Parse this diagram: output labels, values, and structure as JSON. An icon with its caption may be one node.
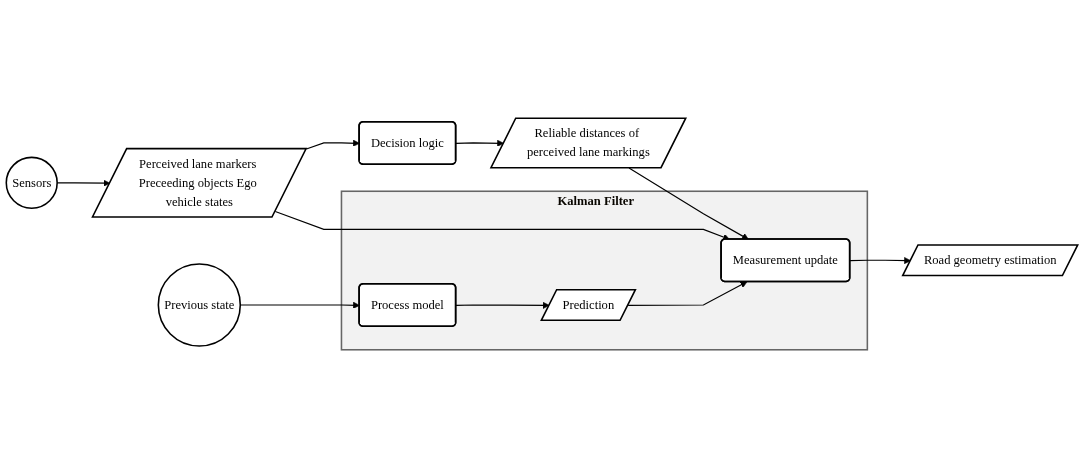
{
  "diagram": {
    "nodes": [
      {
        "text": [
          "Sensors"
        ]
      },
      {
        "text": [
          "Perceived lane markers Preceeding objects Ego vehicle states"
        ]
      },
      {
        "text": [
          "Decision logic"
        ]
      },
      {
        "text": [
          "Reliable distances of perceived lane markings"
        ]
      },
      {
        "text": [
          "Previous state"
        ]
      },
      {
        "text": [
          "Kalman Filter"
        ]
      },
      {
        "text": [
          "Process model"
        ],
        "in": 5
      },
      {
        "text": [
          "Prediction"
        ],
        "in": 5
      },
      {
        "text": [
          "Measurement update"
        ],
        "in": 5
      },
      {
        "text": [
          "Road geometry estimation"
        ]
      }
    ],
    "edges": [
      {
        "from": 0,
        "to": 1,
        "arrow": "to"
      },
      {
        "from": 1,
        "to": 2,
        "arrow": "to"
      },
      {
        "from": 2,
        "to": 3,
        "arrow": "to"
      },
      {
        "from": 1,
        "to": 8,
        "arrow": "to"
      },
      {
        "from": 3,
        "to": 8,
        "arrow": "to"
      },
      {
        "from": 4,
        "to": 6,
        "arrow": "to"
      },
      {
        "from": 6,
        "to": 7,
        "arrow": "to"
      },
      {
        "from": 7,
        "to": 8,
        "arrow": "to"
      },
      {
        "from": 8,
        "to": 9,
        "arrow": "to"
      }
    ]
  }
}
